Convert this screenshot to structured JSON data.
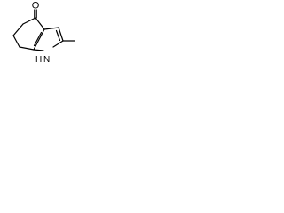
{
  "molecule": {
    "atoms": {
      "oxygen": "O",
      "nitrogen_h": "H",
      "nitrogen": "N"
    }
  },
  "colors": {
    "bond": "#000000",
    "background": "#ffffff"
  }
}
